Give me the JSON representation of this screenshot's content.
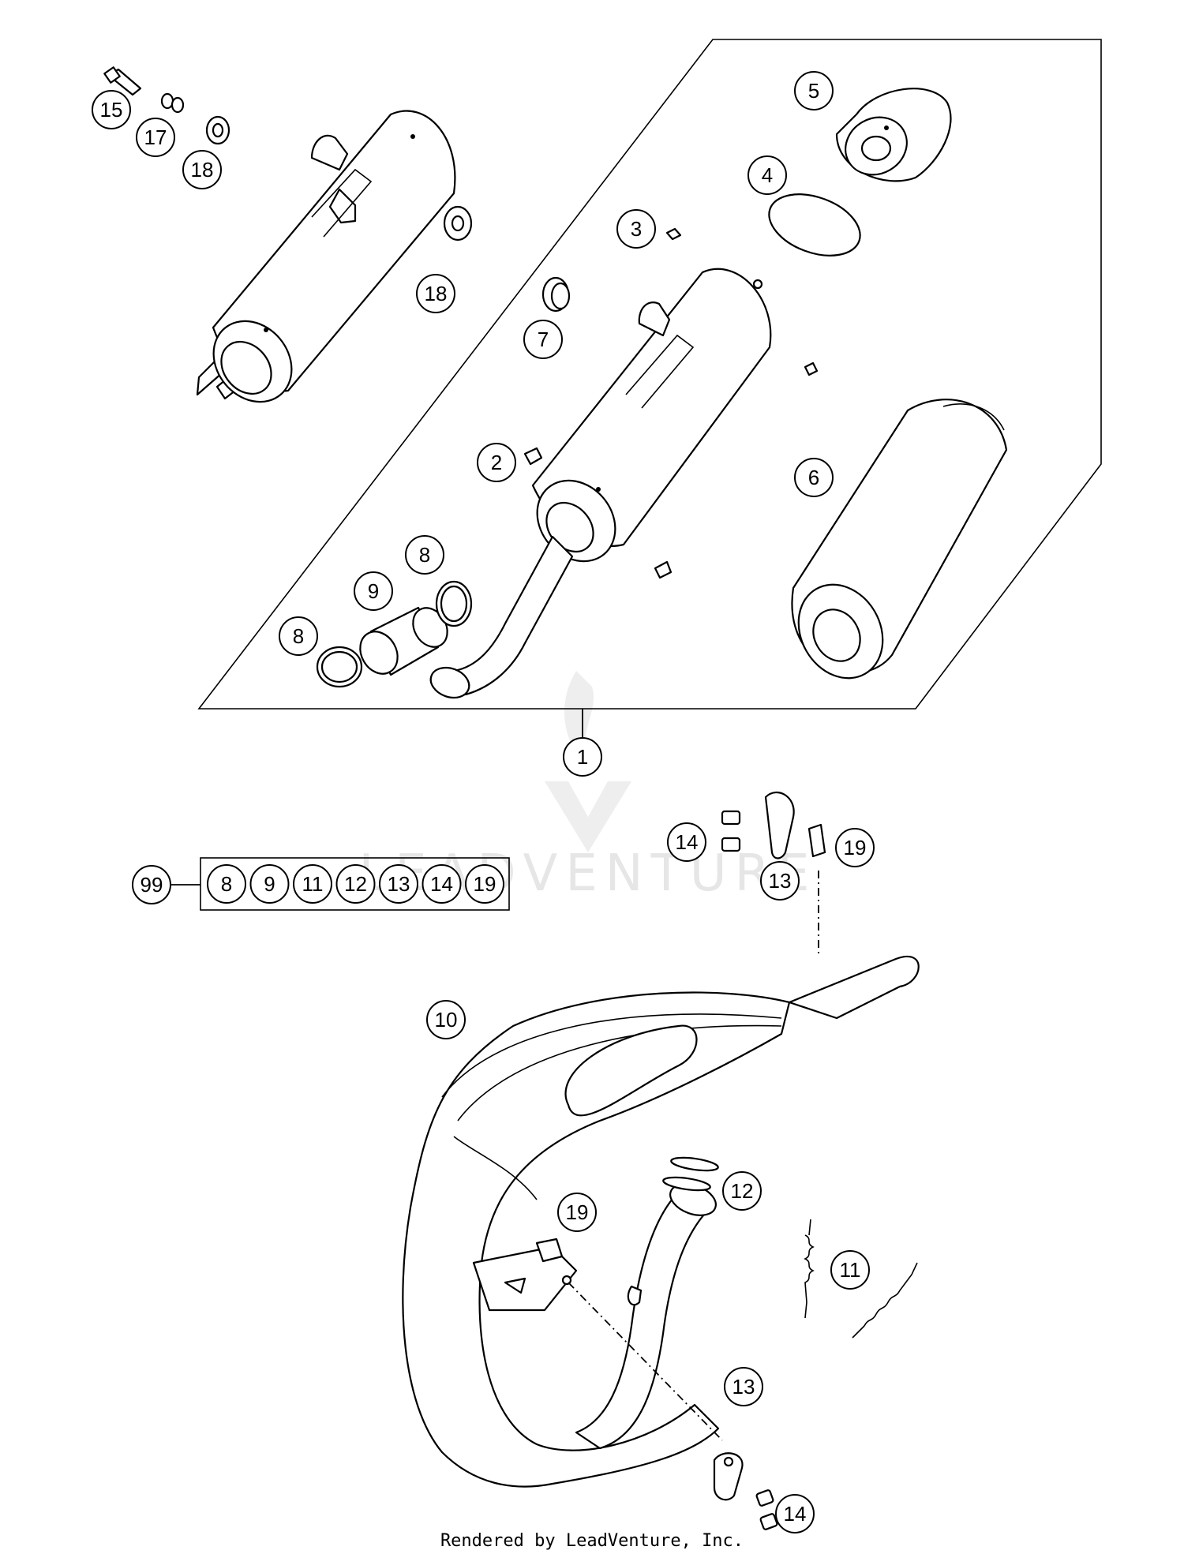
{
  "watermark": {
    "text": "LEADVENTURE"
  },
  "footer": {
    "text": "Rendered by LeadVenture, Inc."
  },
  "callouts": {
    "c1": "1",
    "c2": "2",
    "c3": "3",
    "c4": "4",
    "c5": "5",
    "c6": "6",
    "c7": "7",
    "c8a": "8",
    "c8b": "8",
    "c9": "9",
    "c10": "10",
    "c11": "11",
    "c12": "12",
    "c13a": "13",
    "c13b": "13",
    "c14a": "14",
    "c14b": "14",
    "c15": "15",
    "c17": "17",
    "c18a": "18",
    "c18b": "18",
    "c19a": "19",
    "c19b": "19",
    "c99": "99"
  },
  "kit_99": [
    "8",
    "9",
    "11",
    "12",
    "13",
    "14",
    "19"
  ]
}
